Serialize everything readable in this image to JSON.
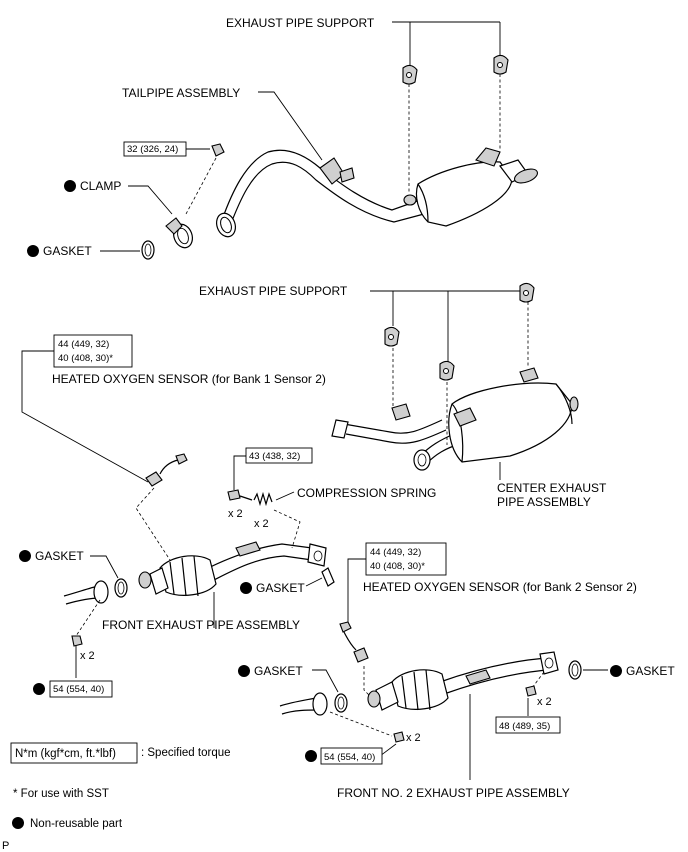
{
  "labels": {
    "exhaust_pipe_support_top": "EXHAUST PIPE SUPPORT",
    "tailpipe_assembly": "TAILPIPE ASSEMBLY",
    "clamp": "CLAMP",
    "gasket_tail": "GASKET",
    "exhaust_pipe_support_mid": "EXHAUST PIPE SUPPORT",
    "heated_o2_sensor_bank1": "HEATED OXYGEN SENSOR (for Bank 1 Sensor 2)",
    "compression_spring": "COMPRESSION SPRING",
    "center_exhaust_pipe_line1": "CENTER EXHAUST",
    "center_exhaust_pipe_line2": "PIPE ASSEMBLY",
    "gasket_front_left": "GASKET",
    "gasket_front_mid": "GASKET",
    "heated_o2_sensor_bank2": "HEATED OXYGEN SENSOR (for Bank 2 Sensor 2)",
    "front_exhaust_pipe_assembly": "FRONT EXHAUST PIPE ASSEMBLY",
    "gasket_no2_left": "GASKET",
    "gasket_no2_right": "GASKET",
    "front_no2_exhaust_pipe_assembly": "FRONT NO. 2 EXHAUST PIPE ASSEMBLY"
  },
  "torque": {
    "clamp_bolt": "32 (326, 24)",
    "o2_bank1_line1": "44 (449, 32)",
    "o2_bank1_line2": "40 (408, 30)*",
    "spring_bolt": "43 (438, 32)",
    "o2_bank2_line1": "44 (449, 32)",
    "o2_bank2_line2": "40 (408, 30)*",
    "front_nut": "54 (554, 40)",
    "no2_right_bolt": "48 (489, 35)",
    "no2_nut": "54 (554, 40)"
  },
  "quantities": {
    "spring_bolt": "x 2",
    "compression_spring": "x 2",
    "front_nut": "x 2",
    "no2_right_bolt": "x 2",
    "no2_nut": "x 2"
  },
  "legend": {
    "torque_unit": "N*m (kgf*cm, ft.*lbf)",
    "torque_desc": ": Specified torque",
    "sst_note": "* For use with SST",
    "nonreusable": "Non-reusable part"
  },
  "corner_letter": "P"
}
